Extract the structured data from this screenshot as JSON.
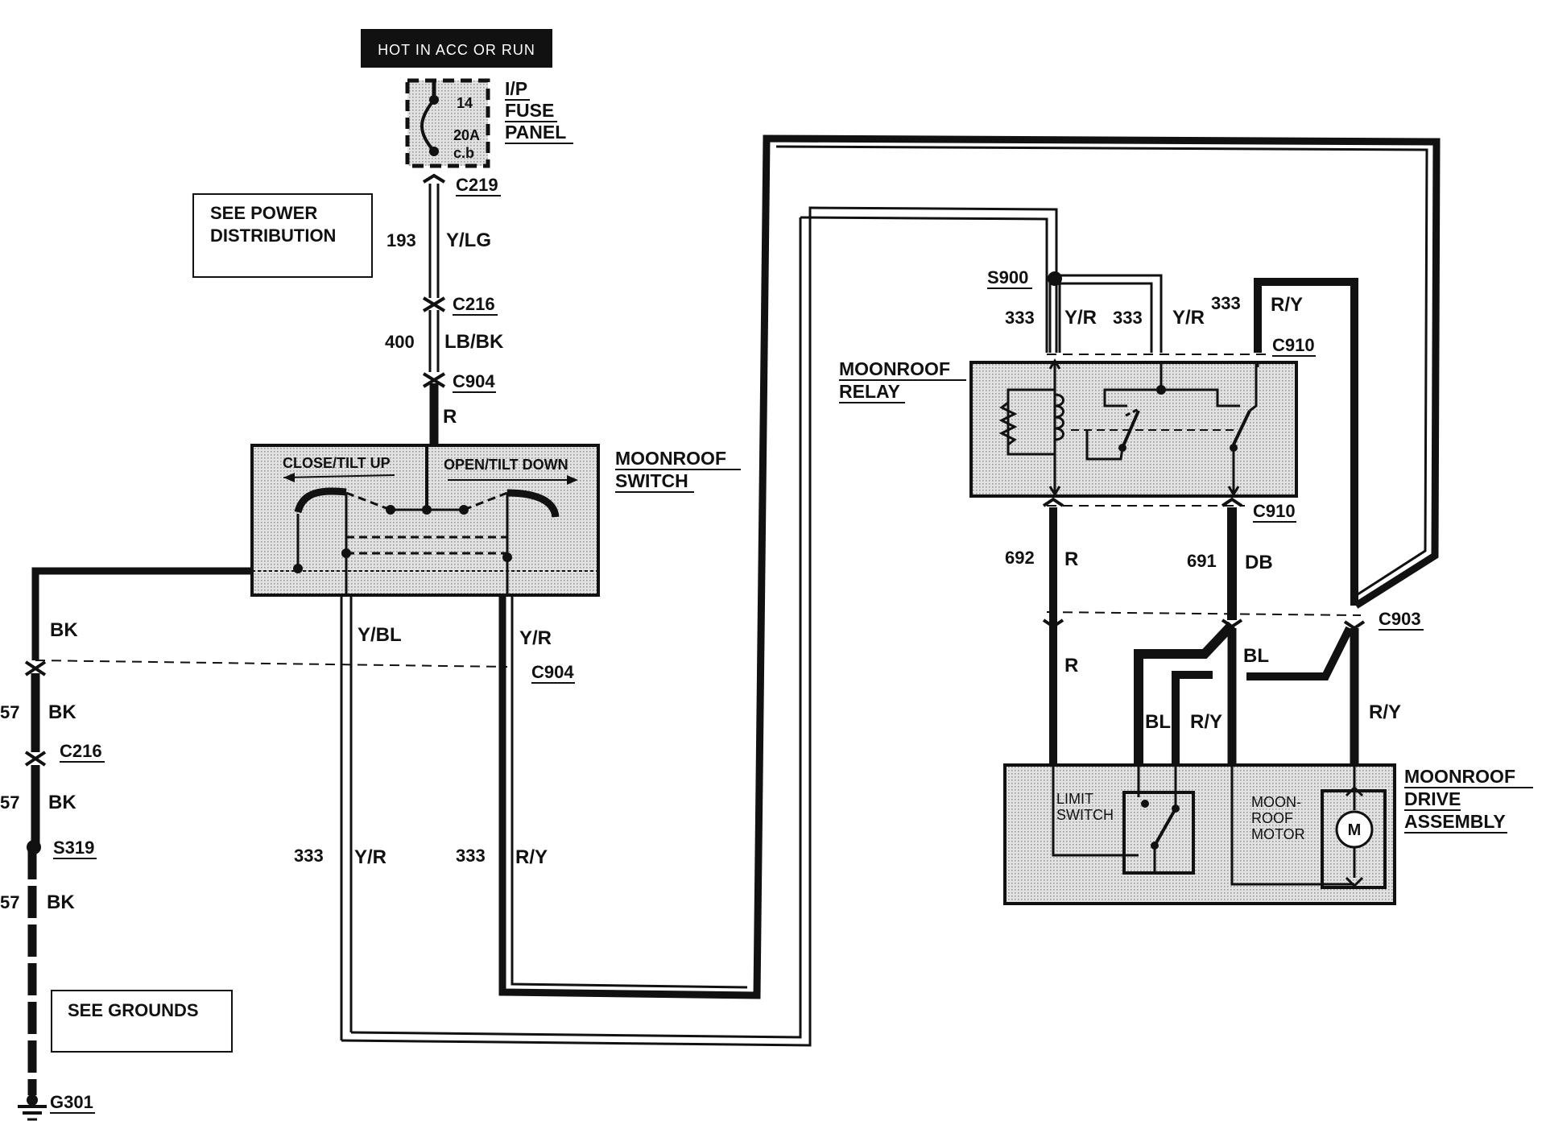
{
  "header": {
    "label": "HOT IN ACC OR RUN"
  },
  "fuse_panel": {
    "name": [
      "I/P",
      "FUSE",
      "PANEL"
    ],
    "fuse_number": "14",
    "rating": "20A",
    "rating_type": "c.b"
  },
  "notes": {
    "power": [
      "SEE POWER",
      "DISTRIBUTION"
    ],
    "grounds": "SEE GROUNDS"
  },
  "connectors": {
    "c219": "C219",
    "c216": "C216",
    "c904": "C904",
    "c910": "C910",
    "c903": "C903",
    "s900": "S900",
    "s319": "S319",
    "g301": "G301"
  },
  "circuits": {
    "c193": "193",
    "c400": "400",
    "c333": "333",
    "c692": "692",
    "c691": "691",
    "c57": "57"
  },
  "wire_colors": {
    "ylg": "Y/LG",
    "lbbk": "LB/BK",
    "r": "R",
    "bk": "BK",
    "ybl": "Y/BL",
    "yr": "Y/R",
    "ry": "R/Y",
    "db": "DB",
    "bl": "BL"
  },
  "components": {
    "switch": [
      "MOONROOF",
      "SWITCH"
    ],
    "switch_close": "CLOSE/TILT UP",
    "switch_open": "OPEN/TILT DOWN",
    "relay": [
      "MOONROOF",
      "RELAY"
    ],
    "drive": [
      "MOONROOF",
      "DRIVE",
      "ASSEMBLY"
    ],
    "limit_switch": [
      "LIMIT",
      "SWITCH"
    ],
    "motor": [
      "MOON-",
      "ROOF",
      "MOTOR"
    ],
    "motor_symbol": "M"
  },
  "colors": {
    "ink": "#111111",
    "component_fill": "#d4d4d4",
    "background": "#ffffff"
  }
}
